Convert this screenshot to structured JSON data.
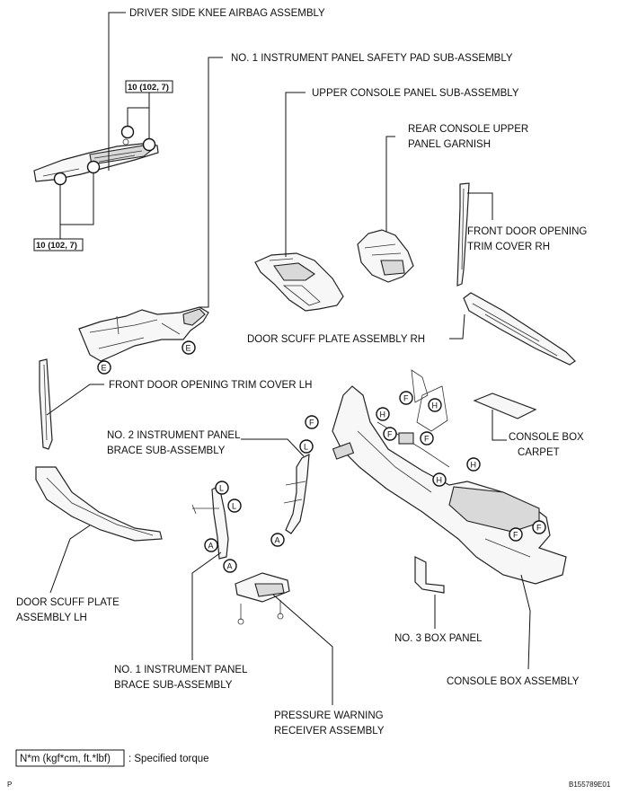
{
  "labels": {
    "driver_knee_airbag": "DRIVER SIDE KNEE AIRBAG ASSEMBLY",
    "safety_pad": "NO. 1 INSTRUMENT PANEL SAFETY PAD SUB-ASSEMBLY",
    "upper_console_panel": "UPPER CONSOLE PANEL SUB-ASSEMBLY",
    "rear_console_garnish_line1": "REAR CONSOLE UPPER",
    "rear_console_garnish_line2": "PANEL GARNISH",
    "front_door_trim_rh_line1": "FRONT DOOR OPENING",
    "front_door_trim_rh_line2": "TRIM COVER RH",
    "door_scuff_rh": "DOOR SCUFF PLATE ASSEMBLY RH",
    "front_door_trim_lh": "FRONT DOOR OPENING TRIM COVER LH",
    "no2_brace_line1": "NO. 2 INSTRUMENT PANEL",
    "no2_brace_line2": "BRACE SUB-ASSEMBLY",
    "console_box_carpet_line1": "CONSOLE BOX",
    "console_box_carpet_line2": "CARPET",
    "door_scuff_lh_line1": "DOOR SCUFF PLATE",
    "door_scuff_lh_line2": "ASSEMBLY LH",
    "no3_box_panel": "NO. 3 BOX PANEL",
    "no1_brace_line1": "NO. 1 INSTRUMENT PANEL",
    "no1_brace_line2": "BRACE SUB-ASSEMBLY",
    "console_box_assembly": "CONSOLE BOX ASSEMBLY",
    "pressure_receiver_line1": "PRESSURE WARNING",
    "pressure_receiver_line2": "RECEIVER ASSEMBLY"
  },
  "torque": {
    "top": "10 (102, 7)",
    "bottom": "10 (102, 7)"
  },
  "clip_letters": {
    "A": "A",
    "E": "E",
    "F": "F",
    "H": "H",
    "L": "L"
  },
  "legend": {
    "unit_box": "N*m (kgf*cm, ft.*lbf)",
    "description": ": Specified torque"
  },
  "footer": {
    "page_marker": "P",
    "figure_id": "B155789E01"
  }
}
